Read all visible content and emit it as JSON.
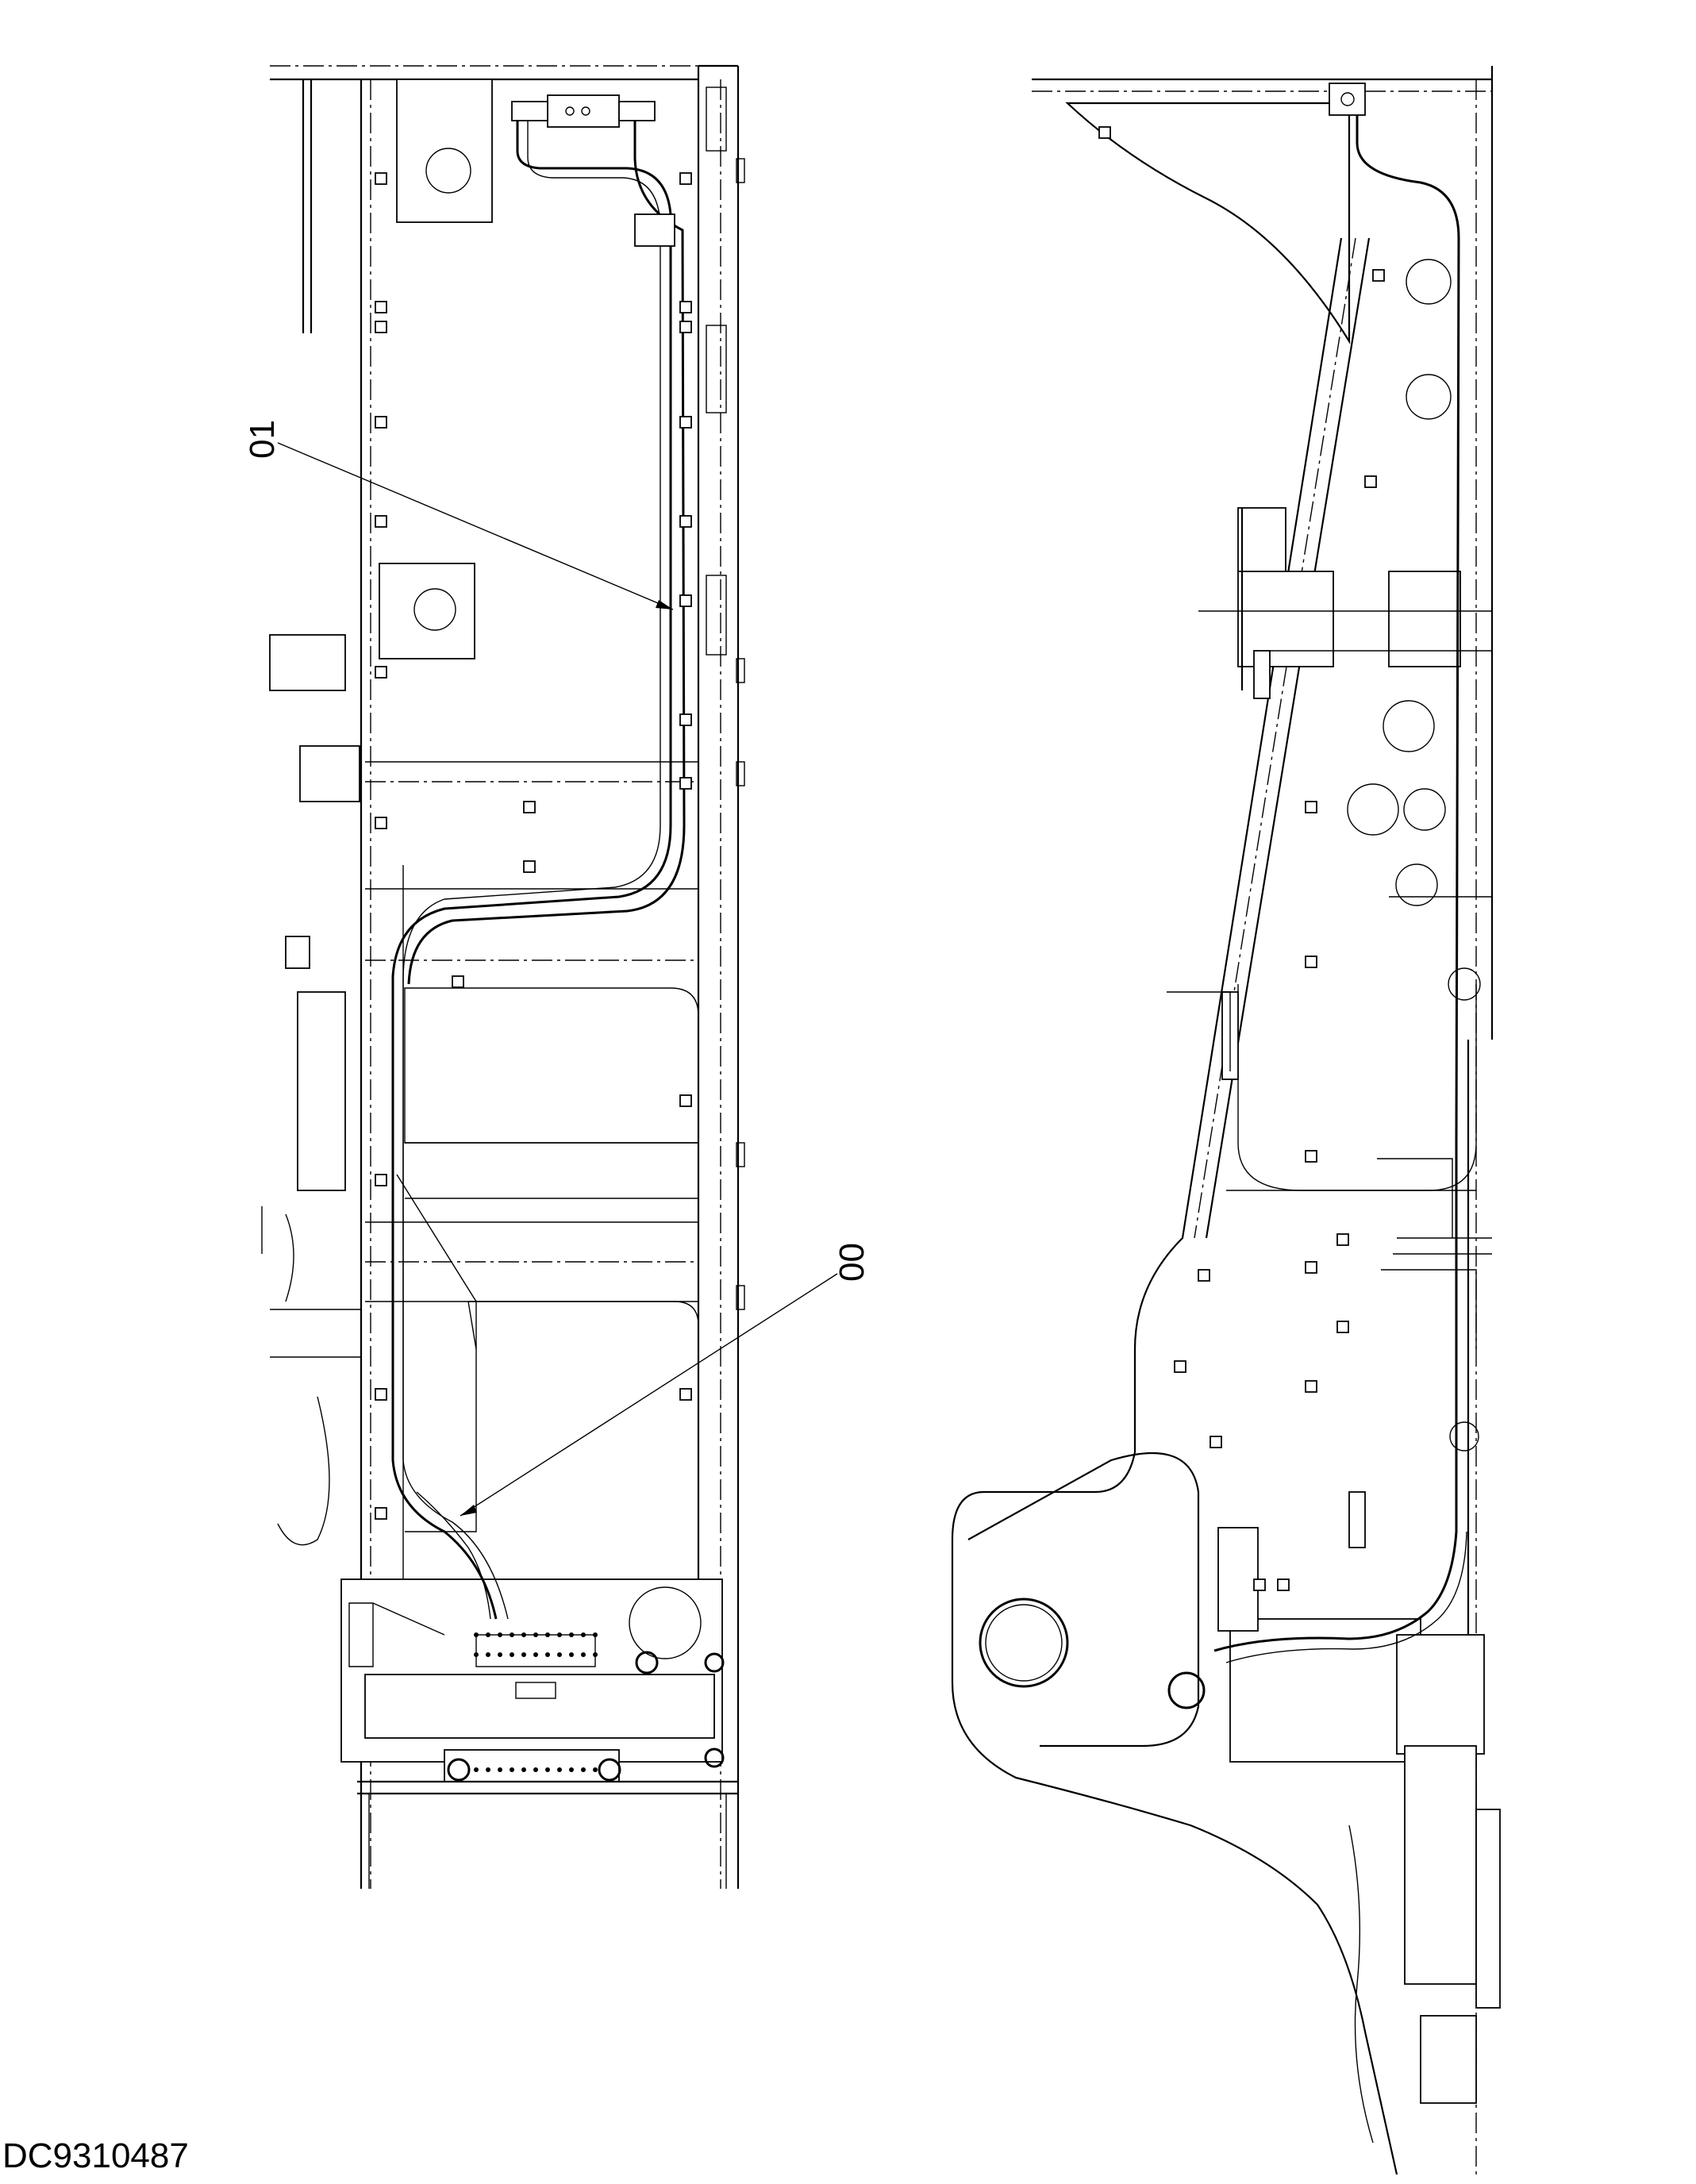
{
  "drawing": {
    "id_label": "DC9310487",
    "callouts": [
      {
        "label": "01"
      },
      {
        "label": "00"
      }
    ]
  },
  "colors": {
    "ink": "#000000",
    "paper": "#ffffff"
  }
}
